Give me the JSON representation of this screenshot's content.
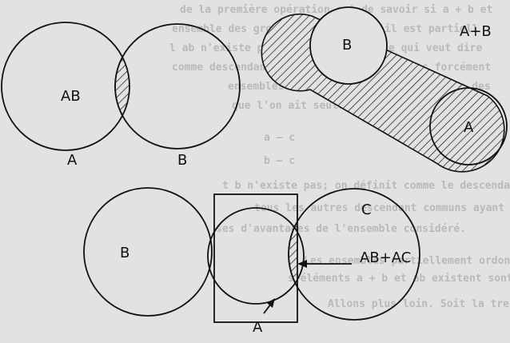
{
  "background_text": [
    "de la première opération est de savoir si a + b et",
    "ensemble des groupes seulement qu'il est partiell",
    "l ab n'existe pas nécessairement, ce qui veut dire",
    "comme descendant et b, il n'en existe pas forcément",
    "ensembles. Par exemple dans l'ensemble des",
    "que l'on ait seulement",
    "a — c",
    "b — c",
    "t b n'existe pas; on définit comme le descendant com",
    "tous les autres descendant communs ayant ses",
    "ses d'avantages de l'ensemble considéré.",
    "Les ensembles partiellement ordonnés tels que",
    "s éléments a + b et ab existent sont appelés des",
    "Allons plus loin. Soit la treillis. L'égalité"
  ],
  "diagram_product": {
    "region_label": "AB",
    "circle_left_label": "A",
    "circle_right_label": "B"
  },
  "diagram_sum": {
    "title": "A+B",
    "end_top_label": "B",
    "end_bottom_label": "A"
  },
  "diagram_distributive": {
    "left_circle_label": "B",
    "right_circle_label": "C",
    "result_label": "AB+AC",
    "center_label": "A"
  },
  "colors": {
    "ink": "#111111",
    "paper": "#e2e2e2",
    "ghost_text": "#b9b9b9"
  }
}
